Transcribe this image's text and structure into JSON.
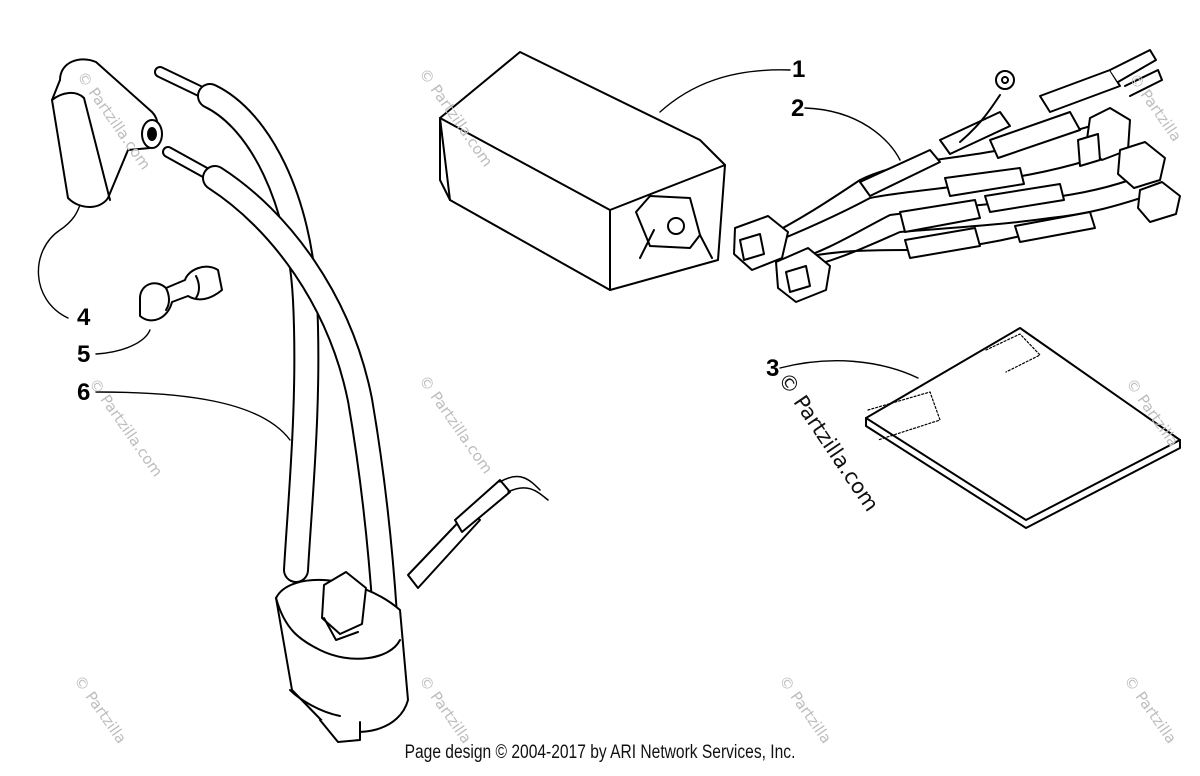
{
  "callouts": {
    "c1": "1",
    "c2": "2",
    "c3": "3",
    "c4": "4",
    "c5": "5",
    "c6": "6"
  },
  "watermark": {
    "text": "© Partzilla",
    "text_com": "© Partzilla.com",
    "main": "© Partzilla.com"
  },
  "footer": "Page design © 2004-2017 by ARI Network Services, Inc."
}
